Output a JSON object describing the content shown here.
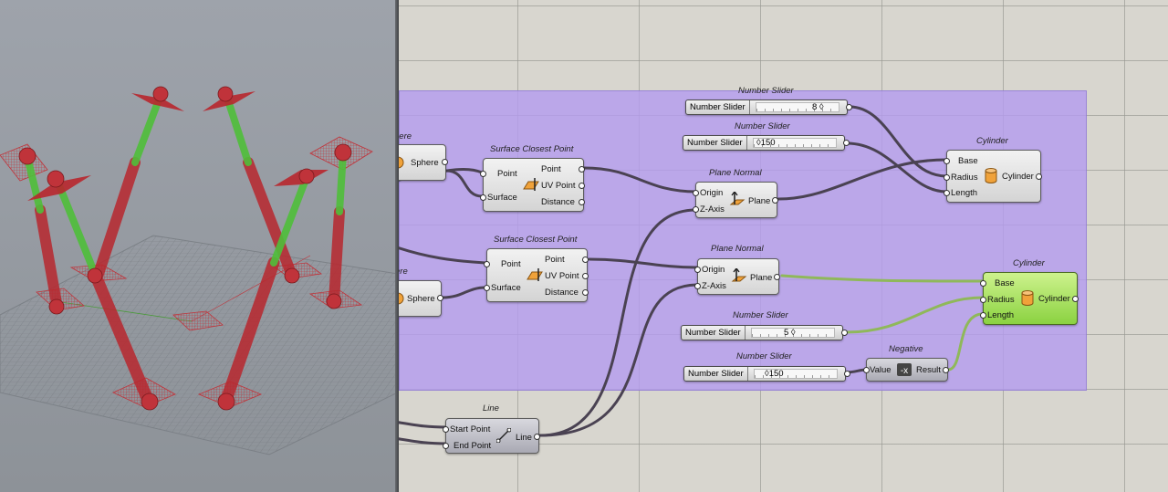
{
  "components": {
    "sphere_top": {
      "output": "Sphere",
      "title_partial": "here"
    },
    "sphere_bottom": {
      "output": "Sphere",
      "title_partial": "ere"
    },
    "scp_top": {
      "title": "Surface Closest Point",
      "inputs": [
        "Point",
        "Surface"
      ],
      "outputs": [
        "Point",
        "UV Point",
        "Distance"
      ]
    },
    "scp_bottom": {
      "title": "Surface Closest Point",
      "inputs": [
        "Point",
        "Surface"
      ],
      "outputs": [
        "Point",
        "UV Point",
        "Distance"
      ]
    },
    "plane_top": {
      "title": "Plane Normal",
      "inputs": [
        "Origin",
        "Z-Axis"
      ],
      "output": "Plane"
    },
    "plane_bottom": {
      "title": "Plane Normal",
      "inputs": [
        "Origin",
        "Z-Axis"
      ],
      "output": "Plane"
    },
    "cyl_top": {
      "title": "Cylinder",
      "inputs": [
        "Base",
        "Radius",
        "Length"
      ],
      "output": "Cylinder"
    },
    "cyl_bottom": {
      "title": "Cylinder",
      "inputs": [
        "Base",
        "Radius",
        "Length"
      ],
      "output": "Cylinder"
    },
    "negative": {
      "title": "Negative",
      "input": "Value",
      "output": "Result"
    },
    "line": {
      "title": "Line",
      "inputs": [
        "Start Point",
        "End Point"
      ],
      "output": "Line"
    }
  },
  "sliders": [
    {
      "title": "Number Slider",
      "name": "Number Slider",
      "value": "8 ◊"
    },
    {
      "title": "Number Slider",
      "name": "Number Slider",
      "value": "◊150"
    },
    {
      "title": "Number Slider",
      "name": "Number Slider",
      "value": "5 ◊"
    },
    {
      "title": "Number Slider",
      "name": "Number Slider",
      "value": "◊150"
    }
  ],
  "colors": {
    "group": "#b59cee",
    "canvas": "#d8d6cf",
    "selected": "#8bd241",
    "wire": "#4a4252",
    "wire_selected": "#8fb85a",
    "geometry_red": "#c0333a",
    "geometry_green": "#4fbf3a"
  },
  "icons": [
    "sphere-icon",
    "closest-point-icon",
    "plane-normal-icon",
    "cylinder-icon",
    "negative-icon",
    "line-icon"
  ]
}
